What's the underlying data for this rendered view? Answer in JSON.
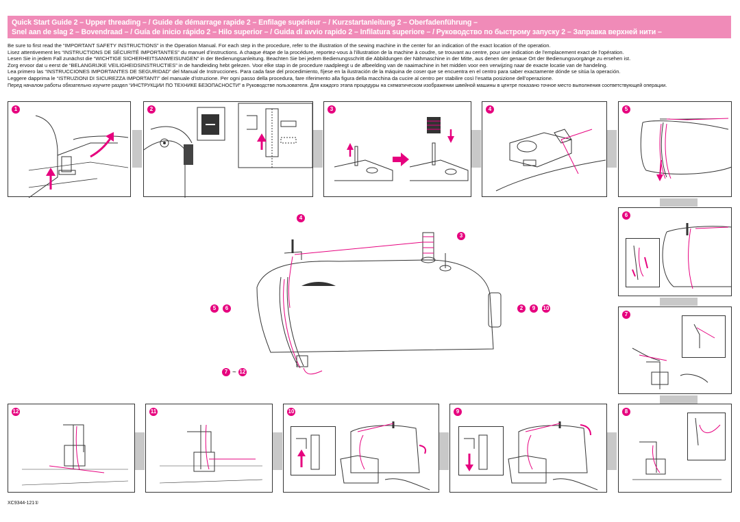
{
  "header": {
    "line1": "Quick Start Guide 2 – Upper threading – / Guide de démarrage rapide 2 – Enfilage supérieur – / Kurzstartanleitung 2 – Oberfadenführung –",
    "line2": "Snel aan de slag 2 – Bovendraad – / Guía de inicio rápido 2 – Hilo superior – / Guida di avvio rapido 2 – Infilatura superiore – / Руководство по быстрому запуску 2 – Заправка верхней нити –"
  },
  "intro": [
    "Be sure to first read the “IMPORTANT SAFETY INSTRUCTIONS” in the Operation Manual. For each step in the procedure, refer to the illustration of the sewing machine in the center for an indication of the exact location of the operation.",
    "Lisez attentivement les “INSTRUCTIONS DE SÉCURITÉ IMPORTANTES” du manuel d’instructions. A chaque étape de la procédure, reportez-vous à l’illustration de la machine à coudre, se trouvant au centre, pour une indication de l’emplacement exact de l’opération.",
    "Lesen Sie in jedem Fall zunächst die “WICHTIGE SICHERHEITSANWEISUNGEN” in der Bedienungsanleitung. Beachten Sie bei jedem Bedienungsschritt die Abbildungen der Nähmaschine in der Mitte, aus denen der genaue Ort der Bedienungsvorgänge zu ersehen ist.",
    "Zorg ervoor dat u eerst de “BELANGRIJKE VEILIGHEIDSINSTRUCTIES” in de handleiding hebt gelezen. Voor elke stap in de procedure raadpleegt u de afbeelding van de naaimachine in het midden voor een verwijzing naar de exacte locatie van de handeling.",
    "Lea primero las “INSTRUCCIONES IMPORTANTES DE SEGURIDAD” del Manual de Instrucciones. Para cada fase del procedimiento, fíjese en la ilustración de la máquina de coser que se encuentra en el centro para saber exactamente dónde se sitúa la operación.",
    "Leggere dapprima le “ISTRUZIONI DI SICUREZZA IMPORTANTI” del manuale d’istruzione. Per ogni passo della procedura, fare riferimento alla figura della macchina da cucire al centro per stabilire così l’esatta posizione dell’operazione.",
    "Перед началом работы обязательно изучите раздел “ИНСТРУКЦИИ ПО ТЕХНИКЕ БЕЗОПАСНОСТИ” в Руководстве пользователя. Для каждого этапа процедуры на схематическом изображении швейной машины в центре показано точное место выполнения соответствующей операции."
  ],
  "steps": {
    "s1": "1",
    "s2": "2",
    "s3": "3",
    "s4": "4",
    "s5": "5",
    "s6": "6",
    "s7": "7",
    "s8": "8",
    "s9": "9",
    "s10": "10",
    "s11": "11",
    "s12": "12"
  },
  "center_callouts": {
    "top": "4",
    "spool": "3",
    "left_a": "5",
    "left_b": "6",
    "right_a": "2",
    "right_b": "9",
    "right_c": "10",
    "bottom_a": "7",
    "bottom_tilde": "~",
    "bottom_b": "12"
  },
  "footer": {
    "code": "XC9344-121①"
  },
  "colors": {
    "accent": "#e6007e",
    "header_bg": "#f08bb8",
    "gray_band": "#c8c8c8"
  }
}
